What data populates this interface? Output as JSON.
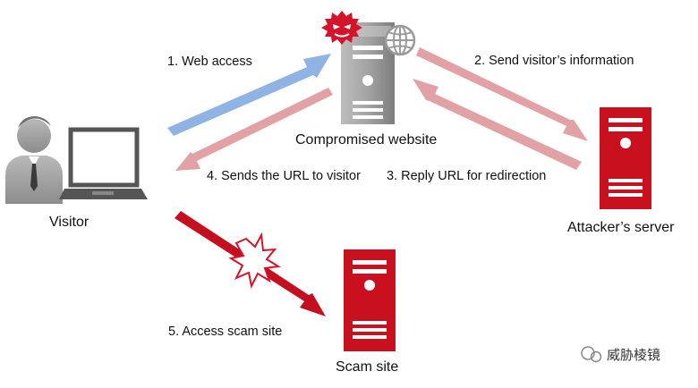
{
  "nodes": {
    "visitor": "Visitor",
    "compromised": "Compromised website",
    "attacker": "Attacker’s server",
    "scam": "Scam site"
  },
  "steps": {
    "step1": "1. Web access",
    "step2": "2. Send visitor’s information",
    "step3": "3. Reply URL for redirection",
    "step4": "4. Sends the URL to visitor",
    "step5": "5. Access scam site"
  },
  "watermark": "威胁棱镜",
  "colors": {
    "blue_arrow": "#8fb4e3",
    "pink_arrow": "#e2a1a4",
    "red_arrow": "#c40f1e",
    "server_red": "#c8101e",
    "server_gray": "#9a9a9a",
    "malware_red": "#d3142a"
  },
  "icons": {
    "visitor": "person-icon",
    "computer": "laptop-icon",
    "malware": "virus-icon",
    "globe": "globe-icon",
    "explosion": "burst-icon"
  }
}
